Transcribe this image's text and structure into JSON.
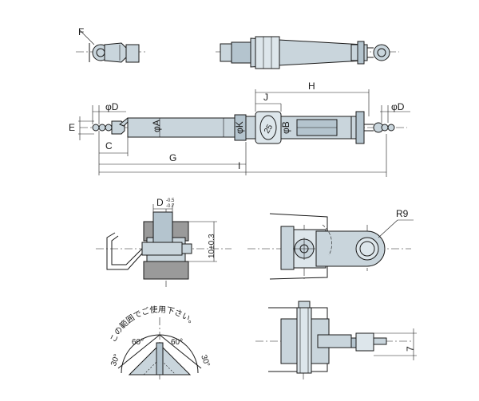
{
  "labels": {
    "F": "F",
    "phiD_left": "φD",
    "E": "E",
    "phiA": "φA",
    "C": "C",
    "G": "G",
    "J": "J",
    "H": "H",
    "phiK": "φK",
    "phiB": "φB",
    "phiD_right": "φD",
    "I": "I",
    "R9": "R9",
    "D_detail": "D",
    "tol_upper": "-0.5",
    "tol_lower": "-0.7",
    "dim_10": "10±0.3",
    "dim_7": "7",
    "angle_left": "60°",
    "angle_right": "60°",
    "angle_30_left": "30°",
    "angle_30_right": "30°",
    "note_jp": "この範囲でご使用下さい。"
  },
  "colors": {
    "part_fill": "#c9d5dc",
    "part_dark": "#b4c4ce",
    "block_gray": "#9a9a9a",
    "line": "#1a1a1a"
  }
}
